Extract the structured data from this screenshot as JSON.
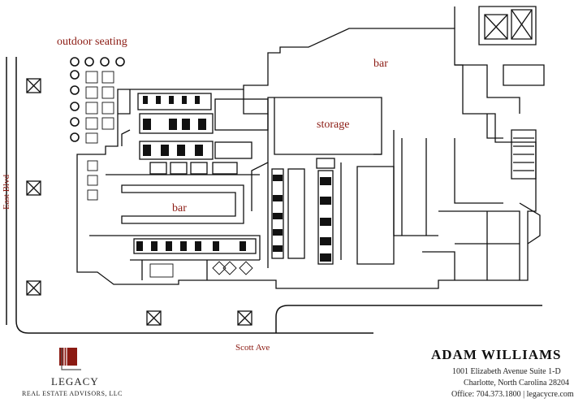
{
  "labels": {
    "outdoor_seating": "outdoor seating",
    "bar_top": "bar",
    "storage": "storage",
    "bar_main": "bar"
  },
  "streets": {
    "east_blvd": "East Blvd",
    "scott_ave": "Scott Ave"
  },
  "logo": {
    "name": "LEGACY",
    "subtitle": "REAL ESTATE ADVISORS, LLC",
    "mark_color": "#8b1a12"
  },
  "contact": {
    "agent_name": "ADAM WILLIAMS",
    "address_line1": "1001 Elizabeth Avenue Suite 1-D",
    "address_line2": "Charlotte, North Carolina 28204",
    "phone_web": "Office: 704.373.1800  |  legacycre.com"
  },
  "colors": {
    "label_accent": "#8b1a12",
    "line": "#111111"
  }
}
